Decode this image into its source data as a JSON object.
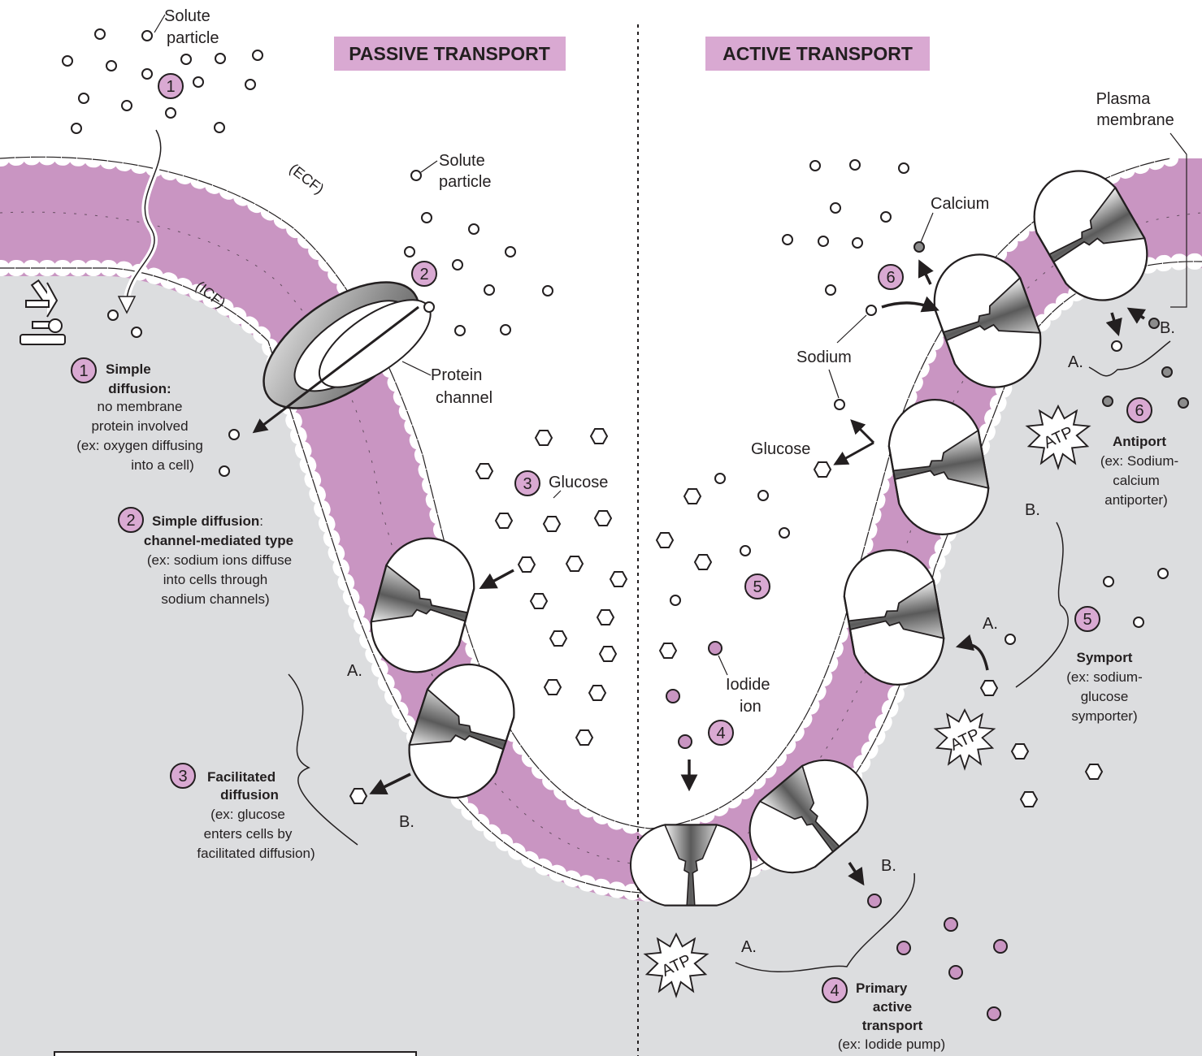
{
  "headings": {
    "passive": "PASSIVE TRANSPORT",
    "active": "ACTIVE TRANSPORT"
  },
  "colors": {
    "membrane": "#c995c2",
    "cytoplasm": "#dcdddf",
    "heading_box": "#d9a9d2",
    "ion": "#c995c2",
    "calcium": "#8c8c8c"
  },
  "labels": {
    "solute_particle_1a": "Solute",
    "solute_particle_1b": "particle",
    "solute_particle_2a": "Solute",
    "solute_particle_2b": "particle",
    "ecf": "(ECF)",
    "icf": "(ICF)",
    "protein_channel_a": "Protein",
    "protein_channel_b": "channel",
    "glucose_passive": "Glucose",
    "calcium": "Calcium",
    "plasma_membrane_a": "Plasma",
    "plasma_membrane_b": "membrane",
    "sodium": "Sodium",
    "glucose_active": "Glucose",
    "iodide_a": "Iodide",
    "iodide_b": "ion",
    "atp": "ATP",
    "a": "A.",
    "b": "B."
  },
  "step_numbers": [
    "1",
    "2",
    "3",
    "4",
    "5",
    "6"
  ],
  "legend": {
    "simple_diffusion": {
      "number": "1",
      "title_1": "Simple",
      "title_2": "diffusion:",
      "line_1": "no membrane",
      "line_2": "protein involved",
      "line_3": "(ex:  oxygen diffusing",
      "line_4": "into a cell)"
    },
    "channel_mediated": {
      "number": "2",
      "title_1": "Simple diffusion",
      "title_colon": ":",
      "title_2": "channel-mediated type",
      "line_1": "(ex:  sodium ions diffuse",
      "line_2": "into cells through",
      "line_3": "sodium channels)"
    },
    "facilitated": {
      "number": "3",
      "title_1": "Facilitated",
      "title_2": "diffusion",
      "line_1": "(ex:  glucose",
      "line_2": "enters cells by",
      "line_3": "facilitated diffusion)"
    },
    "primary_active": {
      "number": "4",
      "title_1": "Primary",
      "title_2": "active",
      "title_3": "transport",
      "line_1": "(ex:  Iodide pump)"
    },
    "symport": {
      "number": "5",
      "title_1": "Symport",
      "line_1": "(ex:  sodium-",
      "line_2": "glucose",
      "line_3": "symporter)"
    },
    "antiport": {
      "number": "6",
      "title_1": "Antiport",
      "line_1": "(ex:  Sodium-",
      "line_2": "calcium",
      "line_3": "antiporter)"
    }
  }
}
